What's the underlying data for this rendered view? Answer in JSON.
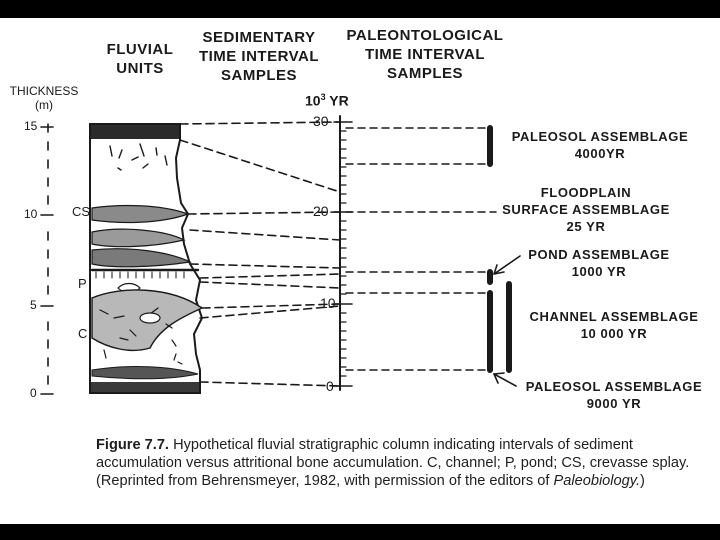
{
  "headers": {
    "fluvial_units": [
      "FLUVIAL",
      "UNITS"
    ],
    "sedimentary": [
      "SEDIMENTARY",
      "TIME INTERVAL",
      "SAMPLES"
    ],
    "paleontological": [
      "PALEONTOLOGICAL",
      "TIME INTERVAL",
      "SAMPLES"
    ]
  },
  "thickness_axis": {
    "title": [
      "THICKNESS",
      "(m)"
    ],
    "ticks": [
      "15",
      "10",
      "5",
      "0"
    ]
  },
  "unit_labels": {
    "cs": "CS",
    "p": "P",
    "c": "C"
  },
  "time_scale": {
    "title": "10",
    "title_superscript": "3",
    "title_unit": "YR",
    "ticks": [
      "30",
      "20",
      "10",
      "0"
    ]
  },
  "assemblages": [
    {
      "name": "PALEOSOL ASSEMBLAGE",
      "duration": "4000YR"
    },
    {
      "name": "FLOODPLAIN",
      "name2": "SURFACE ASSEMBLAGE",
      "duration": "25 YR"
    },
    {
      "name": "POND ASSEMBLAGE",
      "duration": "1000 YR"
    },
    {
      "name": "CHANNEL ASSEMBLAGE",
      "duration": "10 000 YR"
    },
    {
      "name": "PALEOSOL ASSEMBLAGE",
      "duration": "9000 YR"
    }
  ],
  "caption": {
    "figure_label": "Figure 7.7.",
    "text_1": "Hypothetical fluvial stratigraphic column indicating intervals of sediment accumulation versus attritional bone accumulation. C, channel; P, pond; CS, crevasse splay. (Reprinted from Behrensmeyer, 1982, with permission of the editors of ",
    "journal": "Paleobiology.",
    "text_2": ")"
  }
}
